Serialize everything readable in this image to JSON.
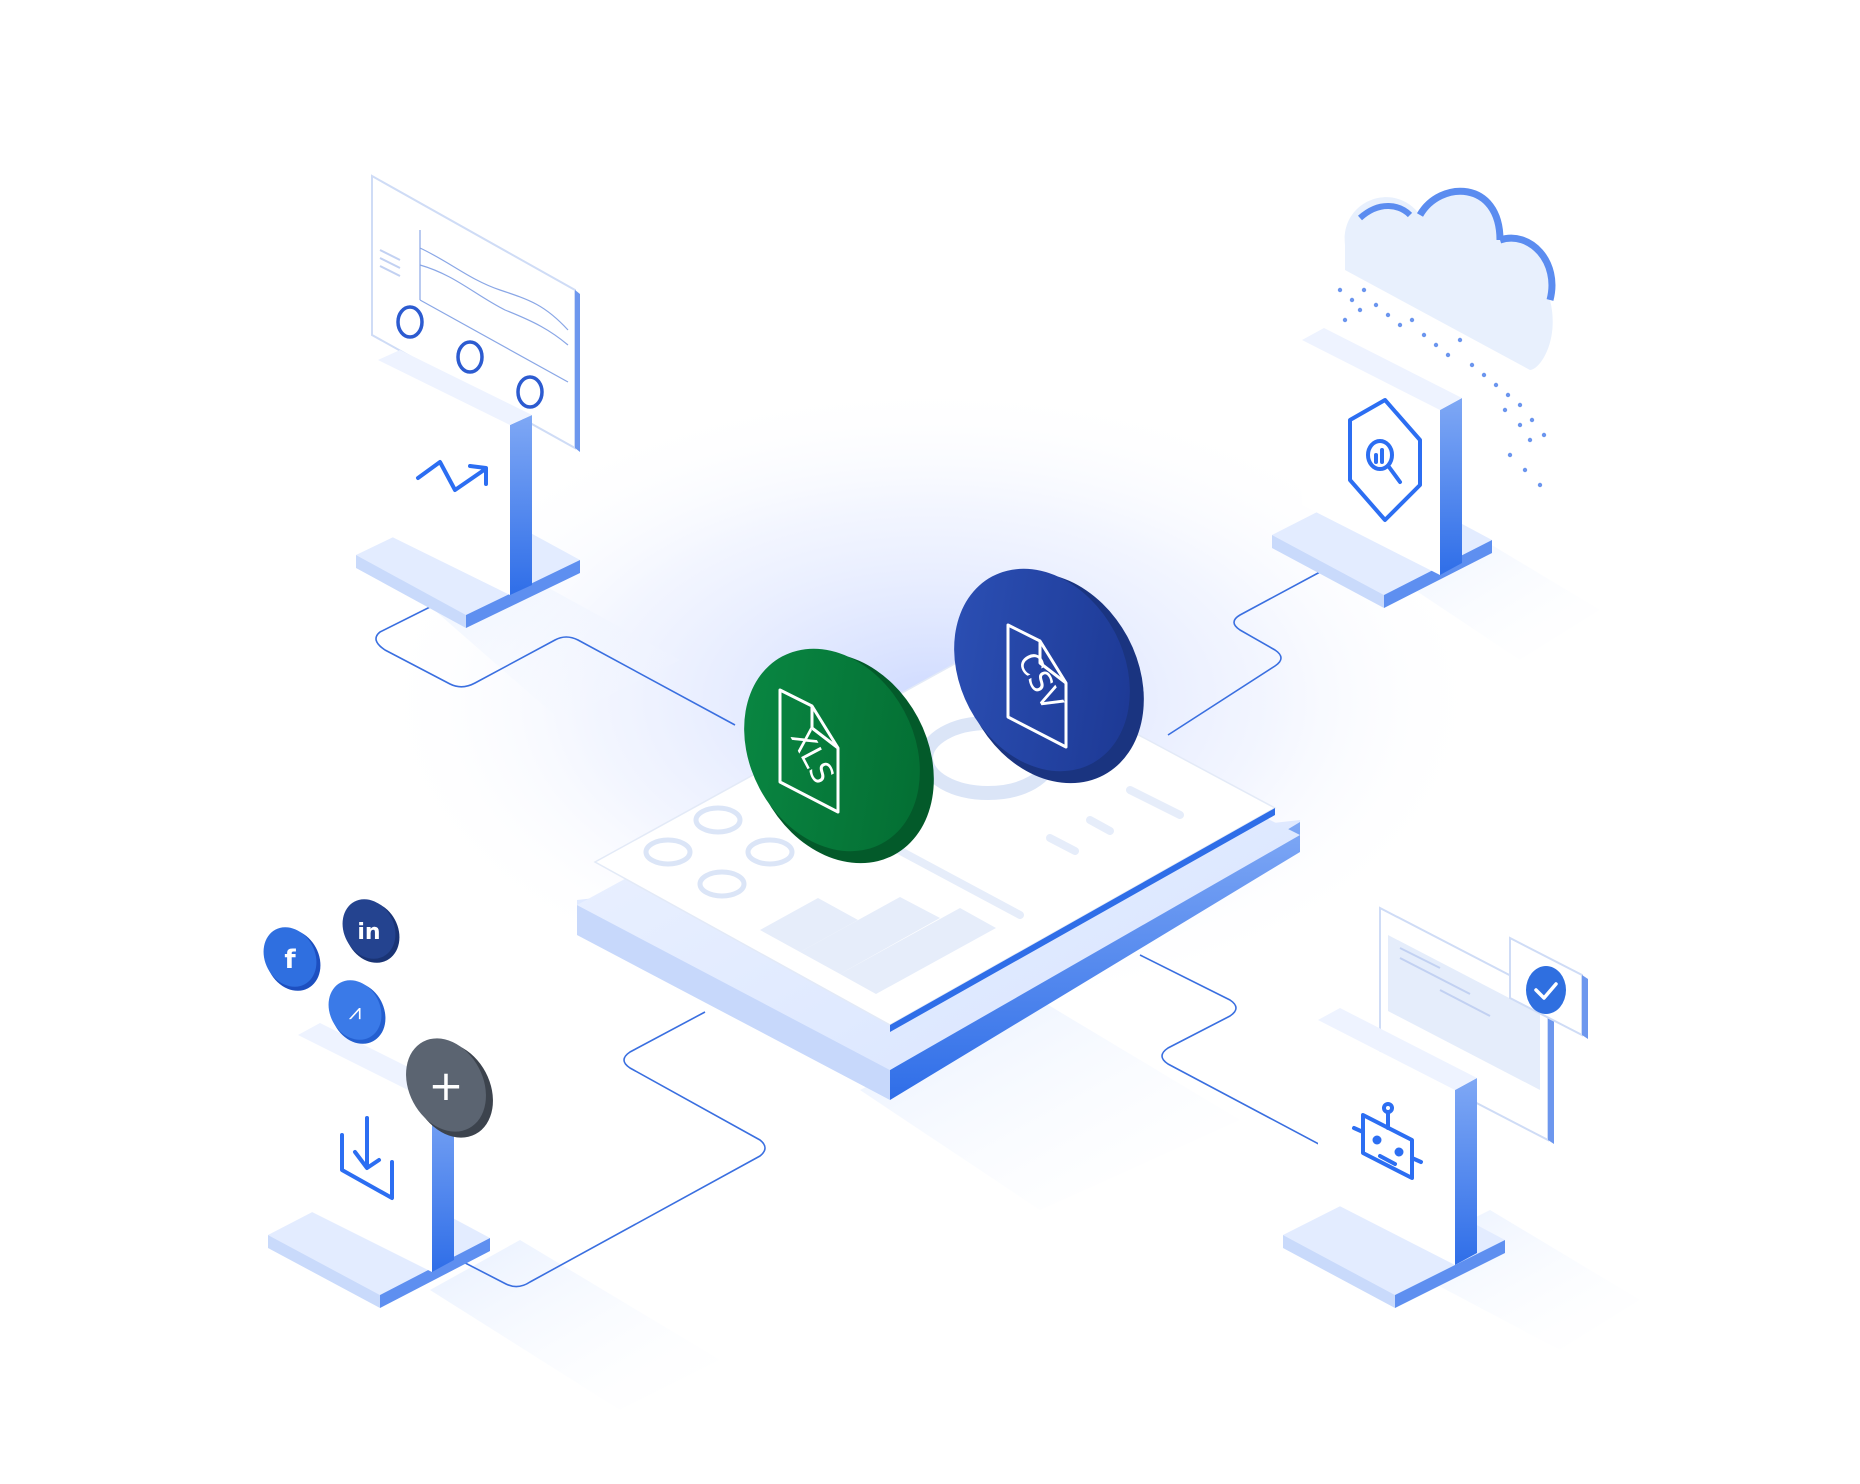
{
  "badges": {
    "xls": {
      "label": "XLS",
      "color": "#047a3a",
      "side": "#035a2a"
    },
    "csv": {
      "label": "CSV",
      "color": "#2244a8",
      "side": "#1a3480"
    }
  },
  "social": {
    "facebook": {
      "label": "f",
      "color": "#2f6fe0"
    },
    "linkedin": {
      "label": "in",
      "color": "#24438f"
    },
    "other": {
      "label": "⩘",
      "color": "#3a7ae8"
    },
    "add": {
      "label": "+",
      "color": "#5b6471"
    }
  },
  "colors": {
    "accent": "#2c6ef2",
    "connector": "#3a6fe0",
    "tile_side": "#3f7bea",
    "tile_face": "#ffffff",
    "platform": "#dbe7ff",
    "cloud": "#e8f0fd"
  },
  "icons": [
    "chart-trend-icon",
    "bigquery-icon",
    "download-icon",
    "robot-icon",
    "cloud-icon",
    "check-icon"
  ]
}
